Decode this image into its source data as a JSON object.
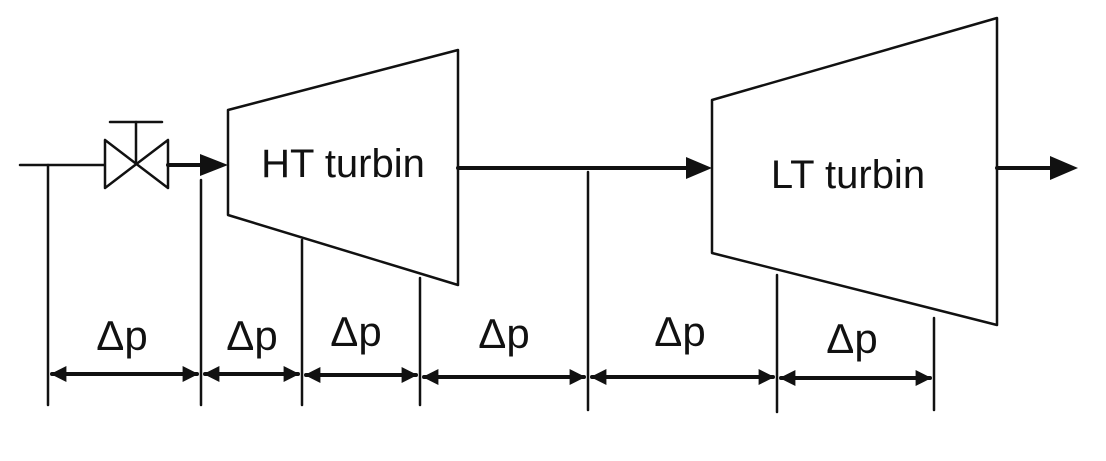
{
  "turbines": {
    "ht_label": "HT turbin",
    "lt_label": "LT turbin"
  },
  "pressure_drops": [
    {
      "label": "Δp"
    },
    {
      "label": "Δp"
    },
    {
      "label": "Δp"
    },
    {
      "label": "Δp"
    },
    {
      "label": "Δp"
    },
    {
      "label": "Δp"
    }
  ],
  "colors": {
    "line": "#111111",
    "background": "#ffffff"
  }
}
